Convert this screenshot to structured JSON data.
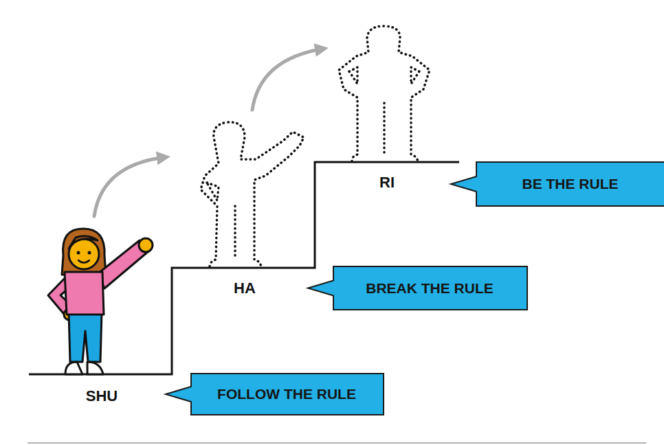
{
  "diagram": {
    "nodes": [
      {
        "text": [
          "FOLLOW THE RULE"
        ]
      },
      {
        "text": [
          "BREAK THE RULE"
        ]
      },
      {
        "text": [
          "BE THE RULE"
        ]
      }
    ],
    "labels": [
      "SHU",
      "HA",
      "RI"
    ]
  }
}
